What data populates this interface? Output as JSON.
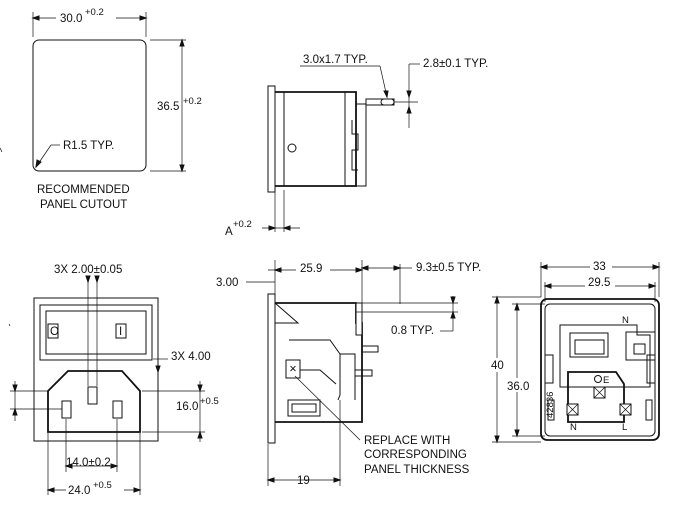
{
  "cutout": {
    "width_dim": "30.0",
    "width_tol": "+0.2",
    "height_dim": "36.5",
    "height_tol": "+0.2",
    "radius_note": "R1.5 TYP.",
    "caption_line1": "RECOMMENDED",
    "caption_line2": "PANEL CUTOUT"
  },
  "side_top": {
    "slot_note": "3.0x1.7 TYP.",
    "pin_note": "2.8±0.1 TYP.",
    "a_label": "A",
    "a_tol": "+0.2"
  },
  "front": {
    "pin_dia": "3X 2.00±0.05",
    "pin_offset": "3X 4.00",
    "height_dim": "16.0",
    "height_tol": "+0.5",
    "pin_spacing": "14.0±0.2",
    "width_dim": "24.0",
    "width_tol": "+0.5",
    "switch_off": "O",
    "switch_on": "I"
  },
  "side_bottom": {
    "flange": "3.00",
    "depth": "25.9",
    "pin_len": "9.3±0.5 TYP.",
    "pin_thk": "0.8 TYP.",
    "base": "19",
    "note_line1": "REPLACE WITH",
    "note_line2": "CORRESPONDING",
    "note_line3": "PANEL THICKNESS"
  },
  "rear": {
    "outer_w": "33",
    "inner_w": "29.5",
    "outer_h": "40",
    "inner_h": "36.0",
    "term_n": "N",
    "term_l": "L",
    "term_e": "E",
    "term_n_top": "N",
    "code": "42836"
  }
}
